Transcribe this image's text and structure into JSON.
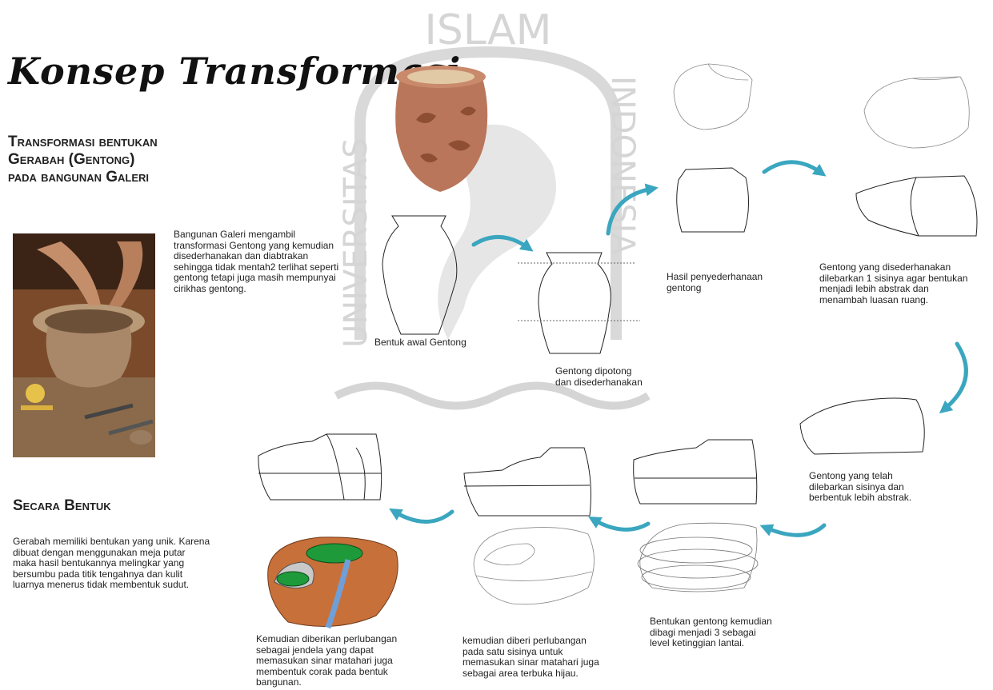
{
  "title": "Konsep Transformasi",
  "watermark": {
    "top_text": "ISLAM",
    "left_text": "UNIVERSITAS",
    "right_text": "INDONESIA"
  },
  "heading_transformasi": [
    "Transformasi bentukan",
    "Gerabah (Gentong)",
    "pada bangunan Galeri"
  ],
  "heading_bentuk": "Secara Bentuk",
  "intro_text": [
    "Bangunan Galeri mengambil",
    "transformasi Gentong yang kemudian",
    "disederhanakan dan diabtrakan",
    "sehingga tidak mentah2 terlihat seperti",
    "gentong tetapi juga masih mempunyai",
    "cirikhas gentong."
  ],
  "bentuk_text": [
    "Gerabah memiliki bentukan yang unik. Karena",
    "dibuat dengan menggunakan meja putar",
    "maka hasil bentukannya melingkar yang",
    "bersumbu pada titik tengahnya dan kulit",
    "luarnya menerus tidak membentuk sudut."
  ],
  "captions": {
    "step1": [
      "Bentuk awal Gentong"
    ],
    "step2": [
      "Gentong dipotong",
      "dan disederhanakan"
    ],
    "step3": [
      "Hasil penyederhanaan",
      "gentong"
    ],
    "step4": [
      "Gentong yang disederhanakan",
      "dilebarkan 1 sisinya agar bentukan",
      "menjadi lebih abstrak dan",
      "menambah luasan ruang."
    ],
    "step5": [
      "Gentong yang telah",
      "dilebarkan sisinya dan",
      "berbentuk lebih abstrak."
    ],
    "step6": [
      "Bentukan gentong kemudian",
      "dibagi menjadi 3 sebagai",
      "level ketinggian lantai."
    ],
    "step7": [
      "kemudian diberi perlubangan",
      "pada satu sisinya untuk",
      "memasukan sinar matahari juga",
      "sebagai area terbuka hijau."
    ],
    "step8": [
      "Kemudian diberikan perlubangan",
      "sebagai jendela yang dapat",
      "memasukan sinar matahari juga",
      "membentuk corak pada bentuk",
      "bangunan."
    ]
  },
  "colors": {
    "arrow": "#3aa6bf",
    "vase": "#b9765a",
    "pot_model": "#c8703a",
    "green": "#1e9a3a",
    "blue_stripe": "#6f9fd8"
  }
}
